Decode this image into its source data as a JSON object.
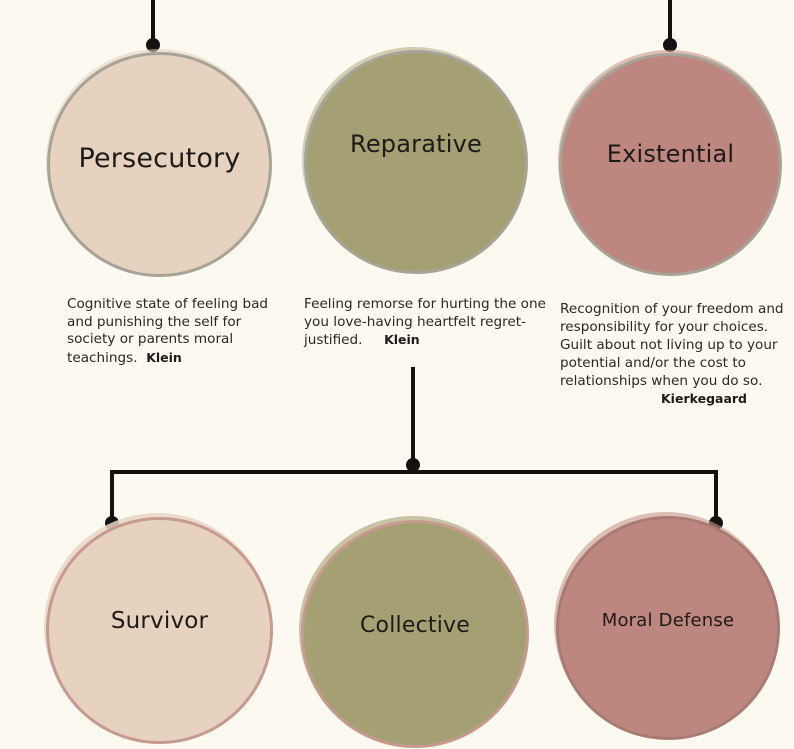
{
  "top_row": [
    {
      "title": "Persecutory",
      "description_lines": [
        "Cognitive state of feeling bad",
        "and punishing the self for",
        "society or parents moral",
        "teachings."
      ],
      "author": "Klein"
    },
    {
      "title": "Reparative",
      "description_lines": [
        "Feeling remorse for hurting the one",
        "you love-having heartfelt regret-",
        "justified."
      ],
      "author": "Klein"
    },
    {
      "title": "Existential",
      "description_lines": [
        "Recognition of your freedom and",
        "responsibility for your choices.",
        "Guilt about not living up to your",
        "potential and/or the cost to",
        "relationships when you do so."
      ],
      "author": "Kierkegaard"
    }
  ],
  "bottom_row": [
    {
      "title": "Survivor"
    },
    {
      "title": "Collective"
    },
    {
      "title": "Moral Defense"
    }
  ],
  "colors": {
    "background": "#fcf9f1",
    "beige": "#e6d2bf",
    "olive": "#a5a074",
    "rose": "#bd867e",
    "ring_gray": "#a7a497",
    "ring_rose": "#c79a90",
    "ring_dark_rose": "#a97c73",
    "connector": "#141210"
  }
}
